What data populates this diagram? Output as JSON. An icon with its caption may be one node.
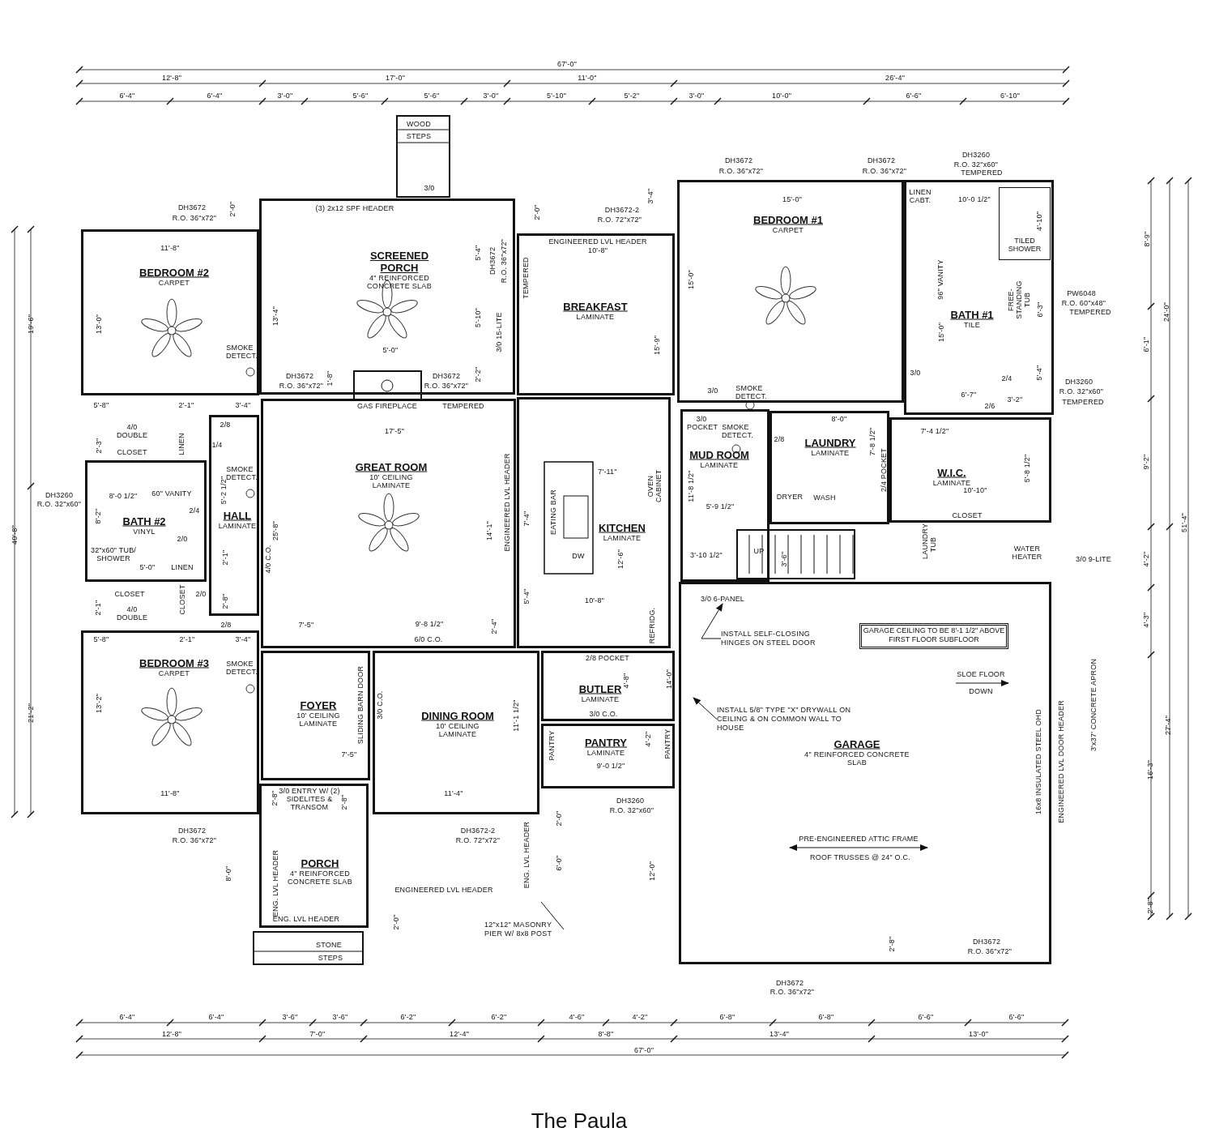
{
  "diagram": {
    "title": "The Paula",
    "nodes": [
      {
        "text": [
          "BEDROOM #1",
          "CARPET"
        ]
      },
      {
        "text": [
          "BATH #1",
          "TILE"
        ]
      },
      {
        "text": [
          "TILED SHOWER"
        ],
        "in": 1
      },
      {
        "text": [
          "SCREENED PORCH",
          "4\" REINFORCED CONCRETE SLAB"
        ]
      },
      {
        "text": [
          "BEDROOM #2",
          "CARPET"
        ]
      },
      {
        "text": [
          "BREAKFAST",
          "LAMINATE"
        ]
      },
      {
        "text": [
          "LAUNDRY",
          "LAMINATE"
        ]
      },
      {
        "text": [
          "MUD ROOM",
          "LAMINATE"
        ]
      },
      {
        "text": [
          "GREAT ROOM",
          "10' CEILING",
          "LAMINATE"
        ]
      },
      {
        "text": [
          "W.I.C.",
          "LAMINATE"
        ]
      },
      {
        "text": [
          "HALL",
          "LAMINATE"
        ]
      },
      {
        "text": [
          "KITCHEN",
          "LAMINATE"
        ]
      },
      {
        "text": [
          "BATH #2",
          "VINYL"
        ]
      },
      {
        "text": [
          "BEDROOM #3",
          "CARPET"
        ]
      },
      {
        "text": [
          "GARAGE",
          "4\" REINFORCED CONCRETE SLAB"
        ]
      },
      {
        "text": [
          "GARAGE CEILING TO BE 8'-1 1/2\" ABOVE FIRST FLOOR SUBFLOOR"
        ],
        "in": 14
      },
      {
        "text": [
          "INSTALL SELF-CLOSING HINGES ON STEEL DOOR"
        ],
        "in": 14
      },
      {
        "text": [
          "BUTLER",
          "LAMINATE"
        ]
      },
      {
        "text": [
          "FOYER",
          "10' CEILING",
          "LAMINATE"
        ]
      },
      {
        "text": [
          "DINING ROOM",
          "10' CEILING",
          "LAMINATE"
        ]
      },
      {
        "text": [
          "INSTALL 5/8\" TYPE \"X\" DRYWALL ON CEILING & ON COMMON WALL TO HOUSE"
        ],
        "in": 14
      },
      {
        "text": [
          "PANTRY",
          "LAMINATE"
        ]
      },
      {
        "text": [
          "PORCH",
          "4\" REINFORCED CONCRETE SLAB"
        ]
      },
      {
        "text": [
          "12\"x12\" MASONRY PIER W/ 8x8 POST"
        ]
      },
      {
        "text": [
          "3/0 6-PANEL"
        ],
        "in": 14
      }
    ],
    "edges": [
      {
        "from": 16,
        "to": 24,
        "arrow": "to"
      },
      {
        "from": 20,
        "to": null,
        "arrow": "to"
      },
      {
        "from": 23,
        "to": null,
        "arrow": "none"
      }
    ],
    "labels": [
      "67'-0\"",
      "12'-8\"",
      "17'-0\"",
      "11'-0\"",
      "26'-4\"",
      "6'-4\"",
      "6'-4\"",
      "3'-0\"",
      "5'-6\"",
      "5'-6\"",
      "3'-0\"",
      "5'-10\"",
      "5'-2\"",
      "3'-0\"",
      "10'-0\"",
      "6'-6\"",
      "6'-10\"",
      "WOOD",
      "STEPS",
      "DH3672",
      "R.O. 36\"x72\"",
      "DH3672",
      "R.O. 36\"x72\"",
      "DH3260",
      "R.O. 32\"x60\"",
      "TEMPERED",
      "3/0",
      "3'-4\"",
      "15'-0\"",
      "LINEN CABT.",
      "10'-0 1/2\"",
      "DH3672",
      "R.O. 36\"x72\"",
      "2'-0\"",
      "(3) 2x12 SPF HEADER",
      "2'-0\"",
      "DH3672-2",
      "R.O. 72\"x72\"",
      "4'-10\"",
      "8'-9\"",
      "11'-8\"",
      "ENGINEERED LVL HEADER",
      "10'-8\"",
      "5'-4\"",
      "DH3672",
      "R.O. 36\"x72\"",
      "TEMPERED",
      "15'-0\"",
      "96\" VANITY",
      "19'-6\"",
      "13'-0\"",
      "13'-4\"",
      "5'-10\"",
      "3/0 15-LITE",
      "15'-9\"",
      "15'-0\"",
      "FREE-STANDING TUB",
      "6'-3\"",
      "PW6048",
      "R.O. 60\"x48\"",
      "TEMPERED",
      "6'-1\"",
      "24'-0\"",
      "SMOKE DETECT.",
      "5'-0\"",
      "DH3672",
      "R.O. 36\"x72\"",
      "1'-8\"",
      "DH3672",
      "R.O. 36\"x72\"",
      "2'-2\"",
      "3/0",
      "SMOKE DETECT.",
      "3/0",
      "6'-7\"",
      "2/4",
      "3'-2\"",
      "5'-4\"",
      "DH3260",
      "R.O. 32\"x60\"",
      "TEMPERED",
      "5'-8\"",
      "2'-1\"",
      "3'-4\"",
      "GAS FIREPLACE",
      "TEMPERED",
      "2/6",
      "4/0 DOUBLE",
      "2/8",
      "17'-5\"",
      "3/0 POCKET",
      "SMOKE DETECT.",
      "8'-0\"",
      "7'-4 1/2\"",
      "2'-3\"",
      "CLOSET",
      "LINEN",
      "1/4",
      "2/8",
      "7'-8 1/2\"",
      "SMOKE DETECT.",
      "7'-11\"",
      "2/4 POCKET",
      "5'-8 1/2\"",
      "9'-2\"",
      "DH3260",
      "R.O. 32\"x60\"",
      "8'-0 1/2\"",
      "60\" VANITY",
      "5'-2 1/2\"",
      "OVEN CABINET",
      "11'-8 1/2\"",
      "DRYER",
      "WASH",
      "10'-10\"",
      "8'-2\"",
      "2/4",
      "ENGINEERED LVL HEADER",
      "7'-4\"",
      "EATING BAR",
      "5'-9 1/2\"",
      "CLOSET",
      "51'-4\"",
      "40'-8\"",
      "2/0",
      "25'-8\"",
      "14'-1\"",
      "LAUNDRY TUB",
      "32\"x60\" TUB/ SHOWER",
      "5'-0\"",
      "LINEN",
      "2'-1\"",
      "4/0 C.O.",
      "DW",
      "12'-6\"",
      "3'-10 1/2\"",
      "UP",
      "3'-6\"",
      "WATER HEATER",
      "3/0 9-LITE",
      "4'-2\"",
      "2'-1\"",
      "CLOSET",
      "4/0 DOUBLE",
      "CLOSET",
      "2/0",
      "2'-8\"",
      "5'-4\"",
      "10'-8\"",
      "2/8",
      "7'-5\"",
      "9'-8 1/2\"",
      "2'-4\"",
      "REFRIDG.",
      "4'-3\"",
      "5'-8\"",
      "2'-1\"",
      "3'-4\"",
      "6/0 C.O.",
      "SMOKE DETECT.",
      "2/8 POCKET",
      "4'-8\"",
      "14'-0\"",
      "SLOE FLOOR",
      "DOWN",
      "21'-2\"",
      "13'-2\"",
      "7'-5\"",
      "SLIDING BARN DOOR",
      "3/0 C.O.",
      "11'-1 1/2\"",
      "PANTRY",
      "3/0 C.O.",
      "9'-0 1/2\"",
      "4'-2\"",
      "PANTRY",
      "16x8 INSULATED STEEL OHD",
      "ENGINEERED LVL DOOR HEADER",
      "3'x37' CONCRETE APRON",
      "16'-3\"",
      "27'-4\"",
      "11'-8\"",
      "2'-8\"",
      "3/0 ENTRY W/ (2) SIDELITES & TRANSOM",
      "2'-8\"",
      "11'-4\"",
      "DH3260",
      "R.O. 32\"x60\"",
      "DH3672",
      "R.O. 36\"x72\"",
      "8'-0\"",
      "ENG. LVL HEADER",
      "ENGINEERED LVL HEADER",
      "DH3672-2",
      "R.O. 72\"x72\"",
      "ENG. LVL HEADER",
      "2'-0\"",
      "6'-0\"",
      "12'-0\"",
      "PRE-ENGINEERED ATTIC FRAME",
      "ROOF TRUSSES @ 24\" O.C.",
      "ENG. LVL HEADER",
      "STONE",
      "STEPS",
      "2'-0\"",
      "2'-8\"",
      "DH3672",
      "R.O. 36\"x72\"",
      "2'-8\"",
      "DH3672",
      "R.O. 36\"x72\"",
      "6'-4\"",
      "6'-4\"",
      "3'-6\"",
      "3'-6\"",
      "6'-2\"",
      "6'-2\"",
      "4'-6\"",
      "4'-2\"",
      "6'-8\"",
      "6'-8\"",
      "6'-6\"",
      "6'-6\"",
      "12'-8\"",
      "7'-0\"",
      "12'-4\"",
      "8'-8\"",
      "13'-4\"",
      "13'-0\"",
      "67'-0\""
    ]
  }
}
